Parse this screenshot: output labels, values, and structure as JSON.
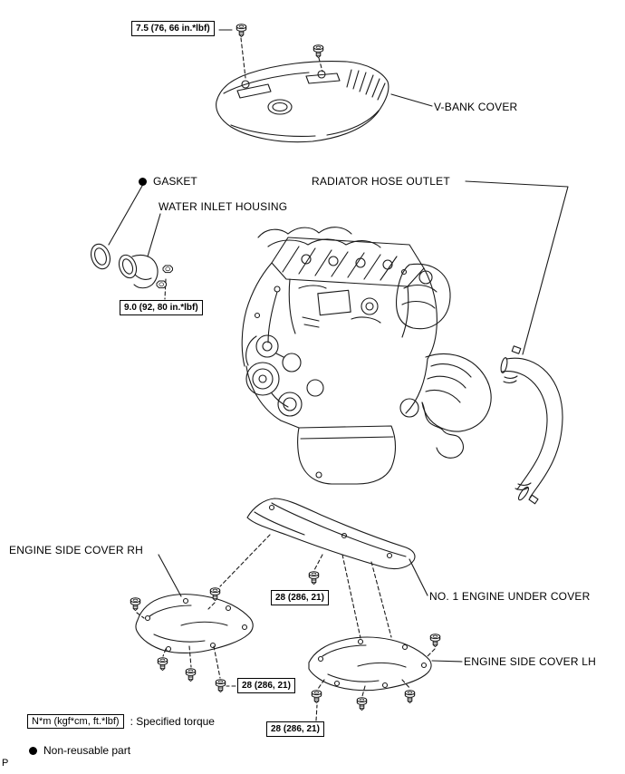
{
  "page": {
    "corner_mark": "P"
  },
  "labels": {
    "v_bank_cover": "V-BANK COVER",
    "gasket": "GASKET",
    "radiator_hose_outlet": "RADIATOR HOSE OUTLET",
    "water_inlet_housing": "WATER INLET HOUSING",
    "engine_side_cover_rh": "ENGINE SIDE COVER RH",
    "no1_engine_under_cover": "NO. 1 ENGINE UNDER COVER",
    "engine_side_cover_lh": "ENGINE SIDE COVER LH"
  },
  "torque_specs": {
    "v_bank_cover_bolt": "7.5 (76, 66 in.*lbf)",
    "water_inlet_housing_nut": "9.0 (92, 80 in.*lbf)",
    "engine_under_cover_bolt": "28 (286, 21)",
    "engine_side_cover_rh_bolt": "28 (286, 21)",
    "engine_side_cover_lh_bolt": "28 (286, 21)"
  },
  "legend": {
    "torque_unit_box": "N*m (kgf*cm, ft.*lbf)",
    "torque_caption": ": Specified torque",
    "non_reusable_caption": "Non-reusable part"
  },
  "colors": {
    "line": "#1a1a1a",
    "background": "#ffffff"
  }
}
